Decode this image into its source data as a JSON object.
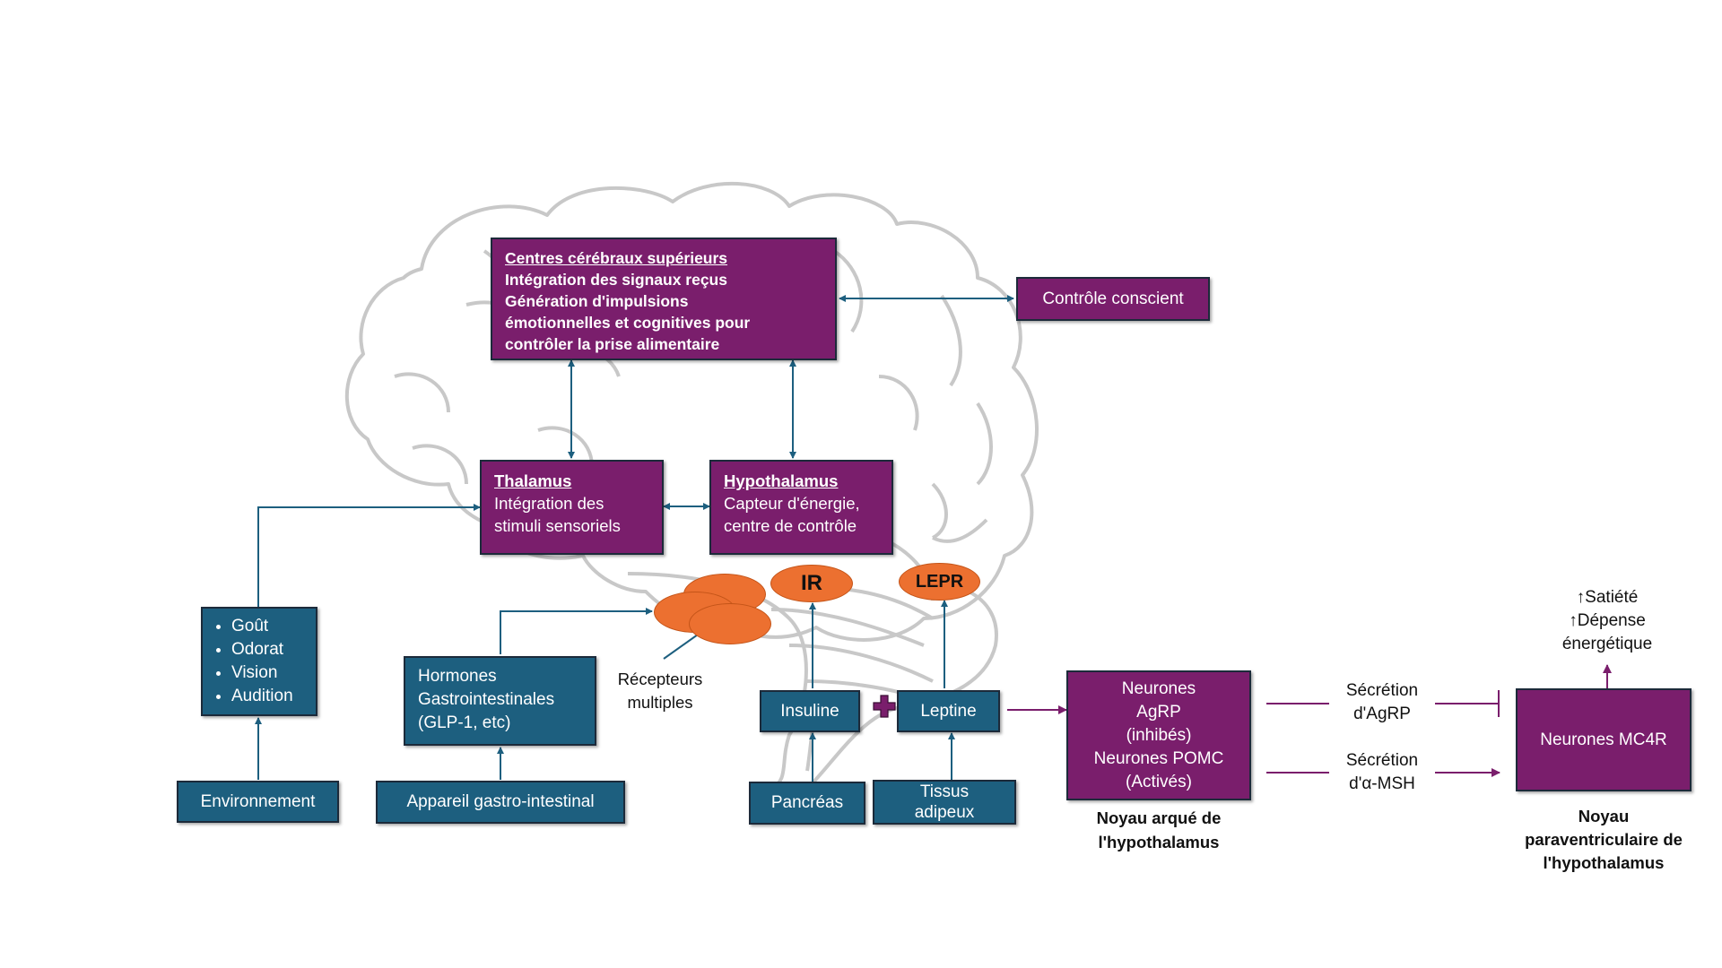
{
  "higher_centers": {
    "title": "Centres cérébraux supérieurs",
    "lines": [
      "Intégration des signaux reçus",
      "Génération d'impulsions",
      "émotionnelles et cognitives pour",
      "contrôler la prise alimentaire"
    ]
  },
  "conscious_control": "Contrôle conscient",
  "thalamus": {
    "title": "Thalamus",
    "lines": [
      "Intégration des",
      "stimuli sensoriels"
    ]
  },
  "hypothalamus": {
    "title": "Hypothalamus",
    "lines": [
      "Capteur d'énergie,",
      "centre de contrôle"
    ]
  },
  "senses": [
    "Goût",
    "Odorat",
    "Vision",
    "Audition"
  ],
  "environment": "Environnement",
  "gi_hormones": [
    "Hormones",
    "Gastrointestinales",
    "(GLP-1, etc)"
  ],
  "gi_tract": "Appareil gastro-intestinal",
  "receptors_label": [
    "Récepteurs",
    "multiples"
  ],
  "ir": "IR",
  "lepr": "LEPR",
  "insulin": "Insuline",
  "leptin": "Leptine",
  "pancreas": "Pancréas",
  "adipose": [
    "Tissus",
    "adipeux"
  ],
  "arcuate_neurons": [
    "Neurones",
    "AgRP",
    "(inhibés)",
    "Neurones POMC",
    "(Activés)"
  ],
  "arcuate_label": [
    "Noyau arqué de",
    "l'hypothalamus"
  ],
  "agrp_secretion": [
    "Sécrétion",
    "d'AgRP"
  ],
  "msh_secretion": [
    "Sécrétion",
    "d'α-MSH"
  ],
  "mc4r": "Neurones MC4R",
  "pvn_label": [
    "Noyau",
    "paraventriculaire de",
    "l'hypothalamus"
  ],
  "effects": [
    "↑Satiété",
    "↑Dépense",
    "énergétique"
  ],
  "colors": {
    "purple": "#7a1e6c",
    "teal": "#1d5f7f",
    "orange": "#ec7030",
    "brain_outline": "#c8c8c8"
  }
}
